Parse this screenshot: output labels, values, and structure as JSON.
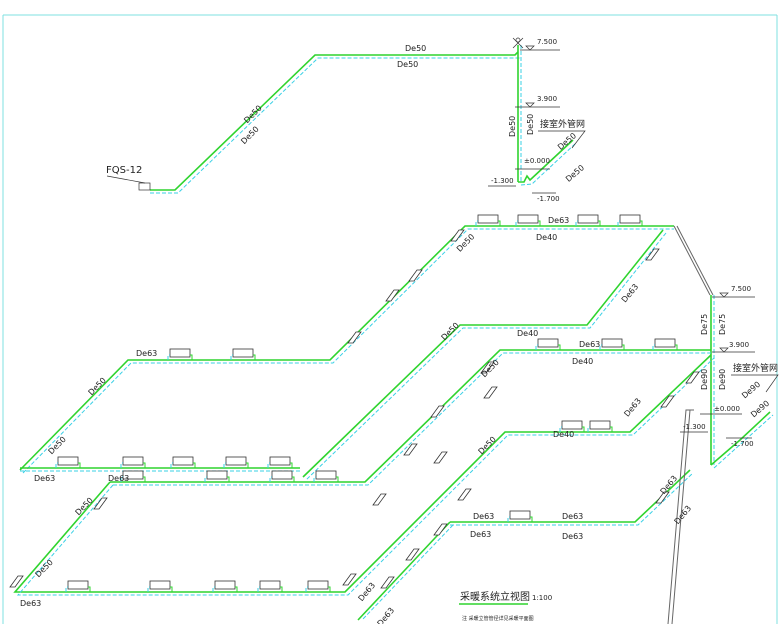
{
  "drawing": {
    "title": "采暖系统立视图",
    "scale": "1:100",
    "note": "注 采暖立管管径详见采暖平面图",
    "equipment_tag": "FQS-12",
    "outdoor_network_label": "接室外管网",
    "colors": {
      "supply": "#2fd42f",
      "return": "#3ad0e6",
      "frame": "#7fe0e0"
    }
  },
  "elevations_top": [
    "7.500",
    "3.900",
    "±0.000",
    "-1.300",
    "-1.700"
  ],
  "elevations_right": [
    "7.500",
    "3.900",
    "±0.000",
    "-1.300",
    "-1.700"
  ],
  "pipe_labels": [
    "De50",
    "De50",
    "De50",
    "De50",
    "De50",
    "De50",
    "De50",
    "De50",
    "De63",
    "De40",
    "De50",
    "De63",
    "De50",
    "De40",
    "De63",
    "De40",
    "De75",
    "De75",
    "De90",
    "De90",
    "De90",
    "De90",
    "De63",
    "De50",
    "De50",
    "De63",
    "De63",
    "De50",
    "De50",
    "De40",
    "De50",
    "De63",
    "De63",
    "De63",
    "De63",
    "De63",
    "De63",
    "De63",
    "De50",
    "De63",
    "De63",
    "De63"
  ]
}
